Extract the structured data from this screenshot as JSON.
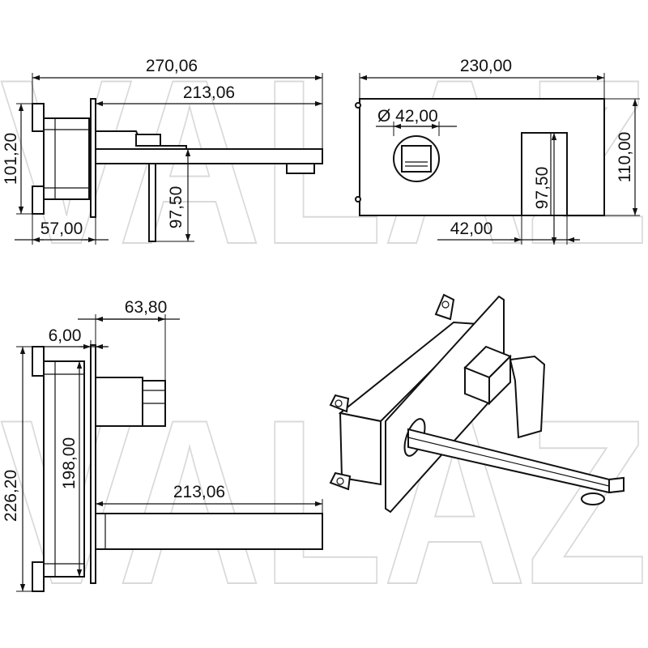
{
  "watermark": {
    "text": "VALAZ"
  },
  "views": {
    "side_top": {
      "total_depth": "270,06",
      "spout_length": "213,06",
      "body_height": "101,20",
      "box_depth": "57,00",
      "spout_height": "97,50"
    },
    "front": {
      "plate_width": "230,00",
      "handle_diameter": "Ø 42,00",
      "handle_offset": "42,00",
      "plate_height": "110,00",
      "spout_height": "97,50"
    },
    "side_bottom": {
      "handle_projection": "63,80",
      "plate_thickness": "6,00",
      "overall_height": "226,20",
      "box_height": "198,00",
      "spout_length": "213,06"
    }
  }
}
